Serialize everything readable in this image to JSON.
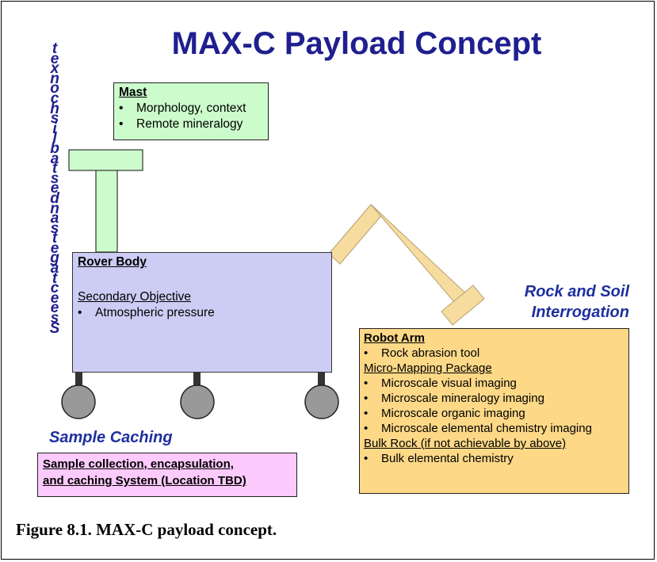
{
  "title": "MAX-C Payload Concept",
  "vertical_text": "texnochsilbatsednastegatcees S",
  "mast": {
    "heading": "Mast",
    "items": [
      "Morphology, context",
      "Remote mineralogy"
    ]
  },
  "rover_body": {
    "heading": "Rover Body",
    "subheading": "Secondary Objective",
    "items": [
      "Atmospheric pressure"
    ]
  },
  "rock_soil_label": {
    "line1": "Rock and Soil",
    "line2": "Interrogation"
  },
  "robot_arm": {
    "heading": "Robot Arm",
    "item1": "Rock abrasion tool",
    "micro_heading": "Micro-Mapping Package",
    "micro_items": [
      "Microscale visual imaging",
      "Microscale mineralogy imaging",
      "Microscale organic imaging",
      "Microscale elemental chemistry imaging"
    ],
    "bulk_heading": "Bulk Rock (if not achievable by above)",
    "bulk_items": [
      "Bulk elemental chemistry"
    ]
  },
  "sample_caching_label": "Sample Caching",
  "sample_box": {
    "line1": "Sample collection, encapsulation,",
    "line2": "and caching System (Location TBD)"
  },
  "caption": "Figure 8.1.  MAX-C payload concept.",
  "colors": {
    "title": "#1f1f8f",
    "mast_fill": "#ccfccc",
    "rover_fill": "#ccccf4",
    "arm_fill": "#fcd887",
    "arm_link": "#f7dca0",
    "sample_fill": "#fccafc",
    "wheel": "#999999"
  }
}
